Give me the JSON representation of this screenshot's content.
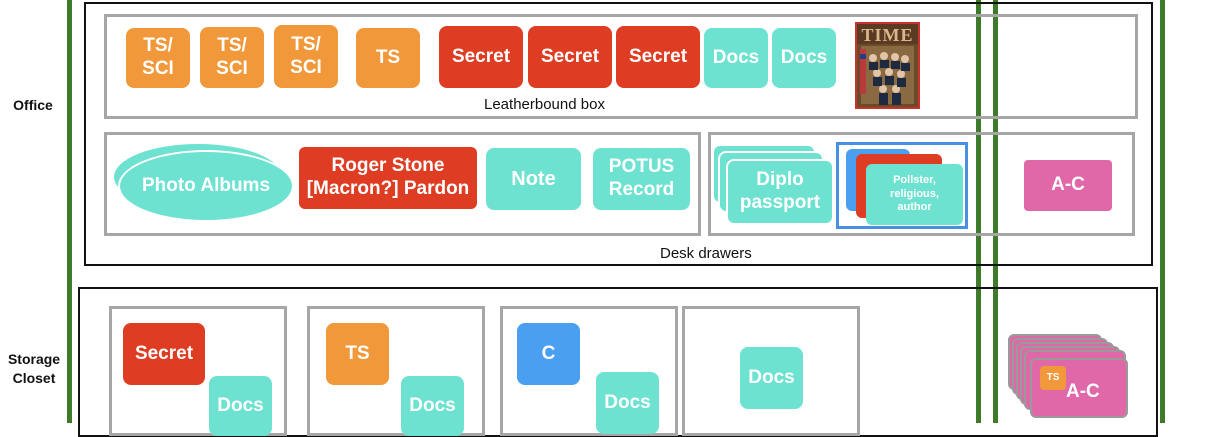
{
  "labels": {
    "office": "Office",
    "storage_closet": "Storage Closet"
  },
  "leatherbound_box": {
    "caption": "Leatherbound box",
    "items": [
      {
        "text": "TS/\nSCI",
        "kind": "orange"
      },
      {
        "text": "TS/\nSCI",
        "kind": "orange"
      },
      {
        "text": "TS/\nSCI",
        "kind": "orange"
      },
      {
        "text": "TS",
        "kind": "orange"
      },
      {
        "text": "Secret",
        "kind": "red"
      },
      {
        "text": "Secret",
        "kind": "red"
      },
      {
        "text": "Secret",
        "kind": "red"
      },
      {
        "text": "Docs",
        "kind": "teal"
      },
      {
        "text": "Docs",
        "kind": "teal"
      }
    ],
    "magazine_masthead": "TIME"
  },
  "desk_drawers": {
    "caption": "Desk drawers",
    "photo_albums": "Photo Albums",
    "pardon": "Roger Stone\n[Macron?] Pardon",
    "note": "Note",
    "potus_record": "POTUS\nRecord",
    "diplo_passport": "Diplo\npassport",
    "pollster": "Pollster,\nreligious,\nauthor",
    "ac": "A-C"
  },
  "storage": {
    "box1": {
      "tag": "Secret",
      "docs": "Docs"
    },
    "box2": {
      "tag": "TS",
      "docs": "Docs"
    },
    "box3": {
      "tag": "C",
      "docs": "Docs"
    },
    "box4": {
      "docs": "Docs"
    },
    "stack": {
      "badge": "TS",
      "label": "A-C"
    }
  },
  "colors": {
    "orange": "#f0983a",
    "red": "#de3d23",
    "teal": "#6ee2d0",
    "blue": "#4a9ff0",
    "pink": "#e067a8",
    "green_line": "#3f7a2a"
  }
}
